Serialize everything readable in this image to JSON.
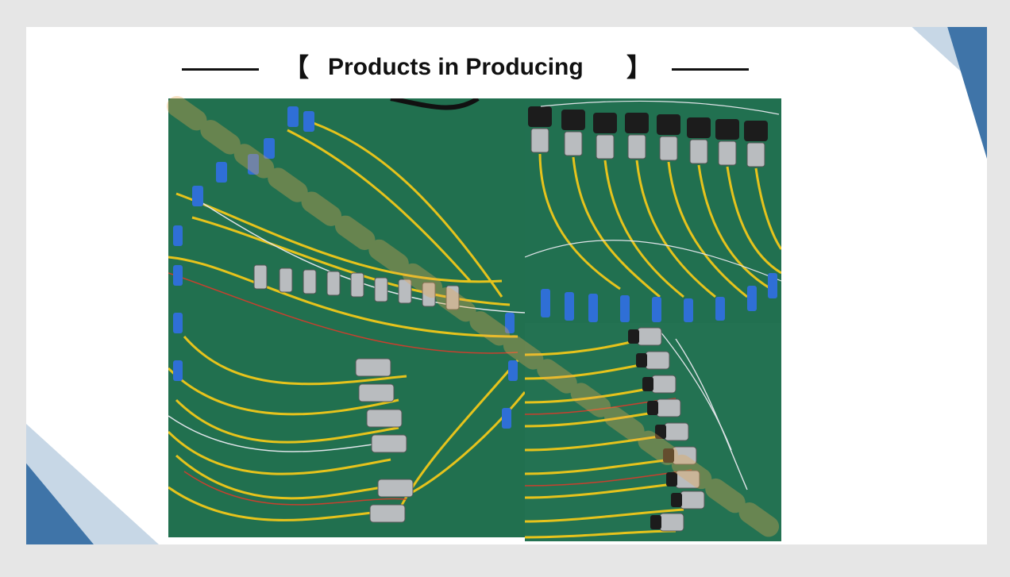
{
  "slide": {
    "title": "Products in Producing",
    "bracket_left": "【",
    "bracket_right": "】"
  },
  "photos": [
    {
      "id": "photo-cable-assemblies",
      "subject": "fiber optic cable assemblies with connectors"
    },
    {
      "id": "photo-connector-row",
      "subject": "row of panel connectors with fiber pigtails"
    },
    {
      "id": "photo-connector-bundle",
      "subject": "connector bundle with yellow fiber leads"
    }
  ],
  "colors": {
    "accent_blue": "#3f74a8",
    "light_blue": "#b9cde0",
    "table_green": "#1f6b4f",
    "fiber_yellow": "#e6c31c",
    "connector_blue": "#2f6fd6"
  },
  "icons": []
}
